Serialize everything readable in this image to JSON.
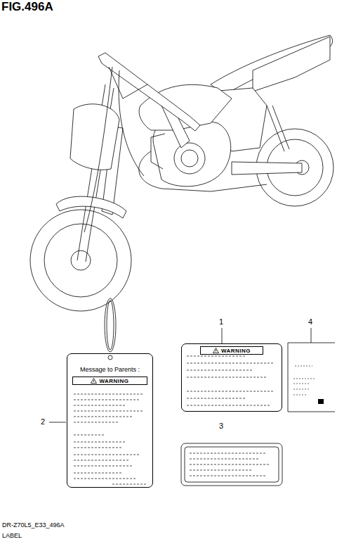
{
  "diagram": {
    "title": "FIG.496A",
    "nodes": [
      {
        "text": [
          "Message to Parents :",
          "WARNING"
        ]
      },
      {
        "text": [
          "WARNING"
        ]
      }
    ],
    "labels": [
      "1",
      "2",
      "3",
      "4",
      "DR-Z70L5_E33_496A",
      "LABEL"
    ]
  }
}
